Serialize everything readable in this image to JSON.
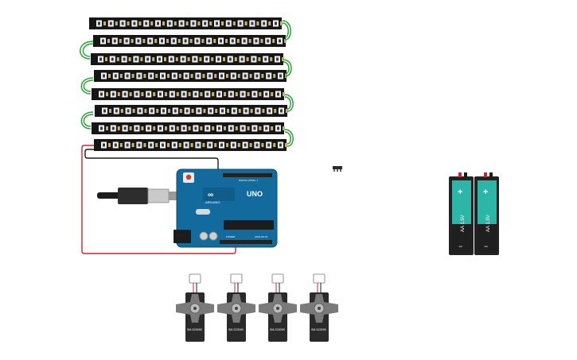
{
  "circuit": {
    "led_strip": {
      "rows": 8,
      "pixels_per_row": 16
    },
    "arduino": {
      "model_label": "UNO",
      "brand_label": "ARDUINO",
      "digital_label": "DIGITAL (PWM ~)",
      "power_label": "POWER",
      "analog_label": "ANALOG IN"
    },
    "battery_pack": {
      "cells": [
        {
          "plus": "+",
          "label": "AA 1.5V",
          "minus": "−"
        },
        {
          "plus": "+",
          "label": "AA 1.5V",
          "minus": "−"
        }
      ]
    },
    "servos": [
      {
        "label": "SM-S2309S"
      },
      {
        "label": "SM-S2309S"
      },
      {
        "label": "SM-S2309S"
      },
      {
        "label": "SM-S2309S"
      }
    ],
    "colors": {
      "wire_green": "#27a336",
      "wire_red": "#c8262b",
      "wire_black": "#1c1c1c",
      "arduino_blue": "#136a9c",
      "battery_teal": "#2bb7a8",
      "servo_gray": "#7a7a7a"
    }
  }
}
